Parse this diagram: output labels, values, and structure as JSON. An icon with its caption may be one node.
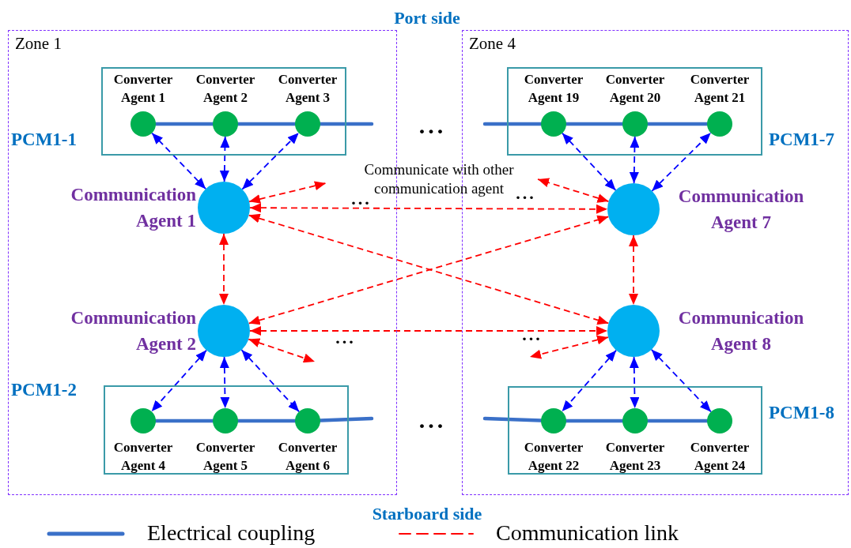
{
  "diagram": {
    "nodes": [
      {
        "text": [
          "Zone 1"
        ]
      },
      {
        "text": [],
        "shape": "box",
        "in": 0
      },
      {
        "text": [
          "Converter Agent 1"
        ],
        "in": 1
      },
      {
        "text": [
          "Converter Agent 2"
        ],
        "in": 1
      },
      {
        "text": [
          "Converter Agent 3"
        ],
        "in": 1
      },
      {
        "text": [
          "Communication Agent 1"
        ],
        "in": 0
      },
      {
        "text": [
          "Communication Agent 2"
        ],
        "in": 0
      },
      {
        "text": [],
        "shape": "box",
        "in": 0
      },
      {
        "text": [
          "Converter Agent 4"
        ],
        "in": 7
      },
      {
        "text": [
          "Converter Agent 5"
        ],
        "in": 7
      },
      {
        "text": [
          "Converter Agent 6"
        ],
        "in": 7
      },
      {
        "text": [
          "Zone 4"
        ]
      },
      {
        "text": [],
        "shape": "box",
        "in": 11
      },
      {
        "text": [
          "Converter Agent 19"
        ],
        "in": 12
      },
      {
        "text": [
          "Converter Agent 20"
        ],
        "in": 12
      },
      {
        "text": [
          "Converter Agent 21"
        ],
        "in": 12
      },
      {
        "text": [
          "Communication Agent 7"
        ],
        "in": 11
      },
      {
        "text": [
          "Communication Agent 8"
        ],
        "in": 11
      },
      {
        "text": [],
        "shape": "box",
        "in": 11
      },
      {
        "text": [
          "Converter Agent 22"
        ],
        "in": 18
      },
      {
        "text": [
          "Converter Agent 23"
        ],
        "in": 18
      },
      {
        "text": [
          "Converter Agent 24"
        ],
        "in": 18
      }
    ],
    "edges": [
      {
        "from": 2,
        "to": 3,
        "arrow": "none",
        "style": "thick",
        "color": "#3a70c8"
      },
      {
        "from": 3,
        "to": 4,
        "arrow": "none",
        "style": "thick",
        "color": "#3a70c8"
      },
      {
        "from": 4,
        "to": null,
        "arrow": "none",
        "style": "thick",
        "color": "#3a70c8"
      },
      {
        "from": null,
        "to": 13,
        "arrow": "none",
        "style": "thick",
        "color": "#3a70c8"
      },
      {
        "from": 13,
        "to": 14,
        "arrow": "none",
        "style": "thick",
        "color": "#3a70c8"
      },
      {
        "from": 14,
        "to": 15,
        "arrow": "none",
        "style": "thick",
        "color": "#3a70c8"
      },
      {
        "from": 8,
        "to": 9,
        "arrow": "none",
        "style": "thick",
        "color": "#3a70c8"
      },
      {
        "from": 9,
        "to": 10,
        "arrow": "none",
        "style": "thick",
        "color": "#3a70c8"
      },
      {
        "from": 10,
        "to": null,
        "arrow": "none",
        "style": "thick",
        "color": "#3a70c8"
      },
      {
        "from": null,
        "to": 19,
        "arrow": "none",
        "style": "thick",
        "color": "#3a70c8"
      },
      {
        "from": 19,
        "to": 20,
        "arrow": "none",
        "style": "thick",
        "color": "#3a70c8"
      },
      {
        "from": 20,
        "to": 21,
        "arrow": "none",
        "style": "thick",
        "color": "#3a70c8"
      },
      {
        "from": 5,
        "to": 2,
        "arrow": "both",
        "style": "dashed",
        "color": "#0000ff"
      },
      {
        "from": 5,
        "to": 3,
        "arrow": "both",
        "style": "dashed",
        "color": "#0000ff"
      },
      {
        "from": 5,
        "to": 4,
        "arrow": "both",
        "style": "dashed",
        "color": "#0000ff"
      },
      {
        "from": 6,
        "to": 8,
        "arrow": "both",
        "style": "dashed",
        "color": "#0000ff"
      },
      {
        "from": 6,
        "to": 9,
        "arrow": "both",
        "style": "dashed",
        "color": "#0000ff"
      },
      {
        "from": 6,
        "to": 10,
        "arrow": "both",
        "style": "dashed",
        "color": "#0000ff"
      },
      {
        "from": 16,
        "to": 13,
        "arrow": "both",
        "style": "dashed",
        "color": "#0000ff"
      },
      {
        "from": 16,
        "to": 14,
        "arrow": "both",
        "style": "dashed",
        "color": "#0000ff"
      },
      {
        "from": 16,
        "to": 15,
        "arrow": "both",
        "style": "dashed",
        "color": "#0000ff"
      },
      {
        "from": 17,
        "to": 19,
        "arrow": "both",
        "style": "dashed",
        "color": "#0000ff"
      },
      {
        "from": 17,
        "to": 20,
        "arrow": "both",
        "style": "dashed",
        "color": "#0000ff"
      },
      {
        "from": 17,
        "to": 21,
        "arrow": "both",
        "style": "dashed",
        "color": "#0000ff"
      },
      {
        "from": 5,
        "to": 6,
        "arrow": "both",
        "style": "dashed",
        "color": "#ff0000"
      },
      {
        "from": 5,
        "to": 16,
        "arrow": "both",
        "style": "dashed",
        "color": "#ff0000"
      },
      {
        "from": 5,
        "to": 17,
        "arrow": "both",
        "style": "dashed",
        "color": "#ff0000"
      },
      {
        "from": 6,
        "to": 16,
        "arrow": "both",
        "style": "dashed",
        "color": "#ff0000"
      },
      {
        "from": 6,
        "to": 17,
        "arrow": "both",
        "style": "dashed",
        "color": "#ff0000"
      },
      {
        "from": 16,
        "to": 17,
        "arrow": "both",
        "style": "dashed",
        "color": "#ff0000"
      },
      {
        "from": 5,
        "to": null,
        "arrow": "both",
        "style": "dashed",
        "color": "#ff0000"
      },
      {
        "from": 16,
        "to": null,
        "arrow": "both",
        "style": "dashed",
        "color": "#ff0000"
      },
      {
        "from": 6,
        "to": null,
        "arrow": "both",
        "style": "dashed",
        "color": "#ff0000"
      },
      {
        "from": 17,
        "to": null,
        "arrow": "both",
        "style": "dashed",
        "color": "#ff0000"
      }
    ],
    "labels": [
      "Port side",
      "PCM1-1",
      "...",
      "PCM1-7",
      "Communicate with other communication agent",
      "...",
      "...",
      "...",
      "...",
      "PCM1-2",
      "...",
      "PCM1-8",
      "Starboard side"
    ],
    "legend": [
      {
        "text": "Electrical coupling"
      },
      {
        "text": "Communication link"
      }
    ]
  }
}
